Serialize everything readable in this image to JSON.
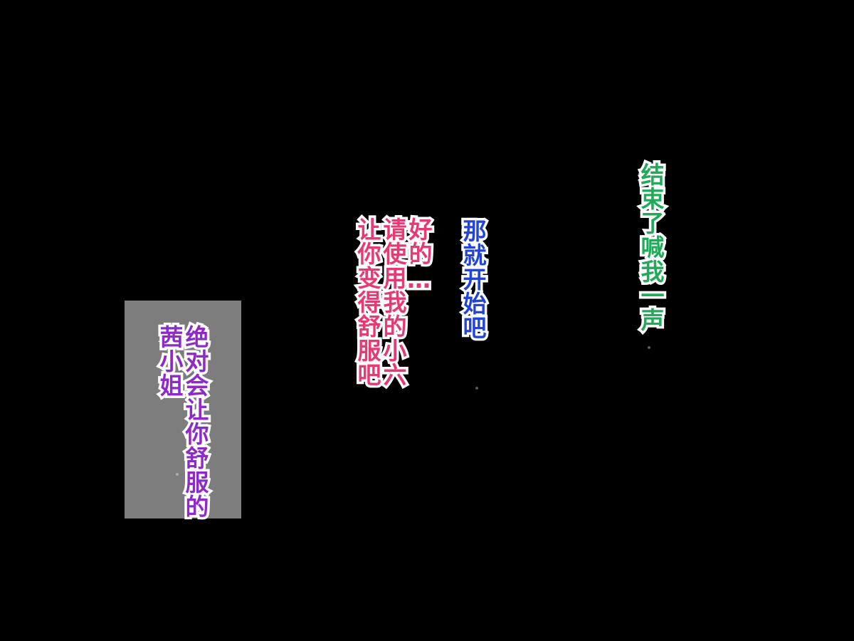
{
  "dialogue": {
    "green_line": "结束了喊我一声",
    "blue_line": "那就开始吧",
    "pink_line_1": "好的…",
    "pink_line_2": "请使用我的小六",
    "pink_line_3": "让你变得舒服吧",
    "purple_line_1": "绝对会让你舒服的",
    "purple_line_2": "茜小姐"
  },
  "colors": {
    "background": "#000000",
    "panel": "#7d7d7d",
    "green_text": "#22a95a",
    "blue_text": "#2344d8",
    "pink_text": "#e63b72",
    "purple_text": "#8e2ac8",
    "outline": "#ffffff"
  }
}
